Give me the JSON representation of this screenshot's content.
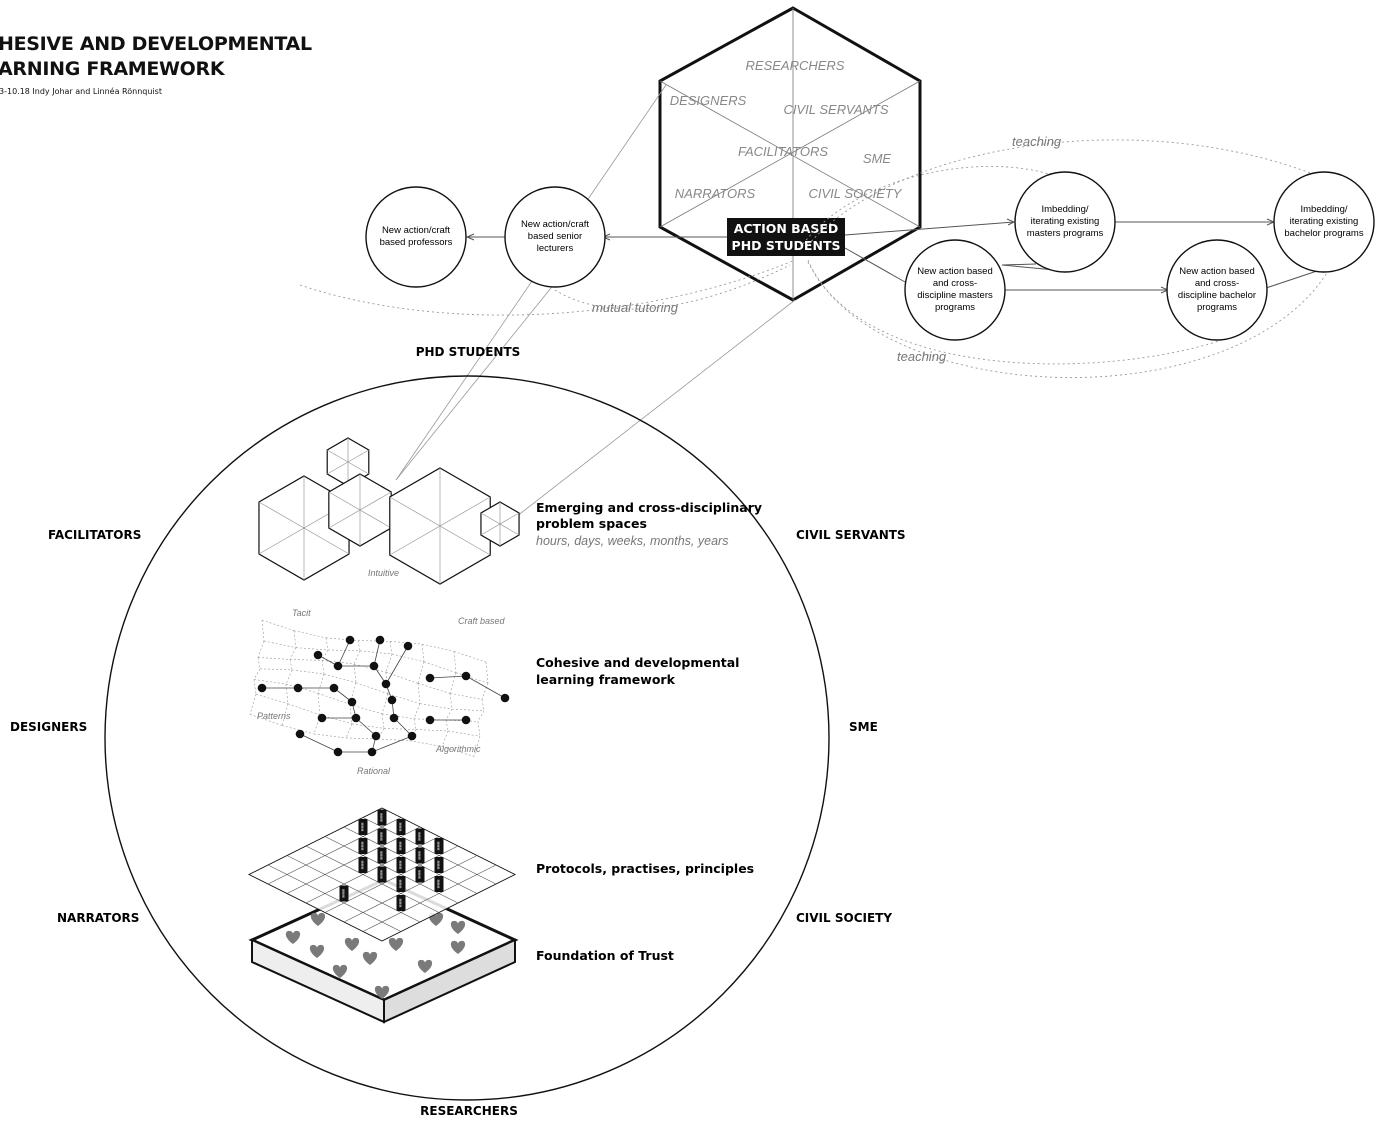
{
  "header": {
    "title_line1": "HESIVE AND DEVELOPMENTAL",
    "title_line2": "ARNING FRAMEWORK",
    "byline": "3-10.18 Indy Johar and Linnéa Rönnquist"
  },
  "hexagon": {
    "roles": [
      "RESEARCHERS",
      "DESIGNERS",
      "CIVIL SERVANTS",
      "FACILITATORS",
      "SME",
      "NARRATORS",
      "CIVIL SOCIETY"
    ],
    "center_line1": "ACTION BASED",
    "center_line2": "PHD STUDENTS"
  },
  "nodes": {
    "professors": [
      "New action/craft",
      "based professors"
    ],
    "lecturers": [
      "New action/craft",
      "based senior",
      "lecturers"
    ],
    "masters_new": [
      "New action based",
      "and cross-",
      "discipline masters",
      "programs"
    ],
    "masters_existing": [
      "Imbedding/",
      "iterating existing",
      "masters programs"
    ],
    "bachelor_new": [
      "New action based",
      "and cross-",
      "discipline bachelor",
      "programs"
    ],
    "bachelor_existing": [
      "Imbedding/",
      "iterating existing",
      "bachelor programs"
    ]
  },
  "flow_labels": {
    "teaching_top": "teaching",
    "mutual_tutoring": "mutual tutoring",
    "teaching_bottom": "teaching"
  },
  "circle": {
    "top_label": "PHD STUDENTS",
    "bottom_label": "RESEARCHERS",
    "left_labels": [
      "FACILITATORS",
      "DESIGNERS",
      "NARRATORS"
    ],
    "right_labels": [
      "CIVIL SERVANTS",
      "SME",
      "CIVIL SOCIETY"
    ]
  },
  "layers": {
    "problem_spaces_line1": "Emerging and cross-disciplinary",
    "problem_spaces_line2": "problem spaces",
    "problem_spaces_sub": "hours, days, weeks, months, years",
    "framework_line1": "Cohesive and developmental",
    "framework_line2": "learning framework",
    "protocols": "Protocols, practises, principles",
    "foundation": "Foundation of Trust"
  },
  "mesh_labels": {
    "intuitive": "Intuitive",
    "tacit": "Tacit",
    "craft": "Craft based",
    "patterns": "Patterns",
    "algorithmic": "Algorithmic",
    "rational": "Rational"
  },
  "tile_text": "≡≡≡",
  "colors": {
    "ink": "#111111",
    "line": "#555555",
    "faint": "#999999",
    "heart": "#7a7a7a",
    "label_grey": "#888888"
  }
}
